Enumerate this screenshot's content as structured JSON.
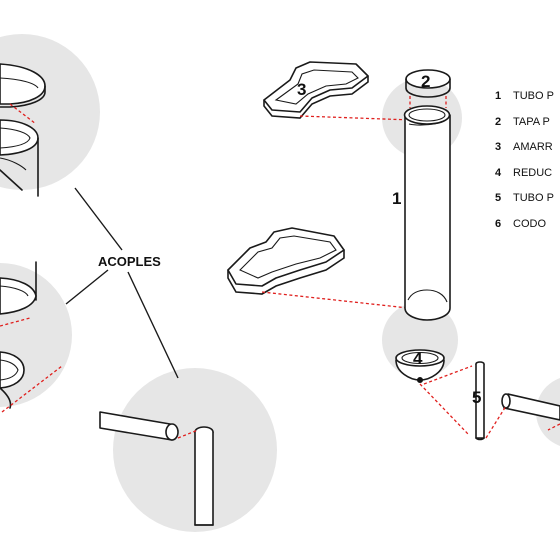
{
  "diagram": {
    "callout_label": "ACOPLES",
    "part_numbers": [
      "1",
      "2",
      "3",
      "4",
      "5"
    ],
    "legend": [
      {
        "num": "1",
        "label": "TUBO P"
      },
      {
        "num": "2",
        "label": "TAPA P"
      },
      {
        "num": "3",
        "label": "AMARR"
      },
      {
        "num": "4",
        "label": "REDUC"
      },
      {
        "num": "5",
        "label": "TUBO P"
      },
      {
        "num": "6",
        "label": "CODO"
      }
    ]
  },
  "colors": {
    "leader_dashes": "#e0201e",
    "zoom_circles": "#e6e6e6",
    "outline": "#1a1a1a"
  }
}
